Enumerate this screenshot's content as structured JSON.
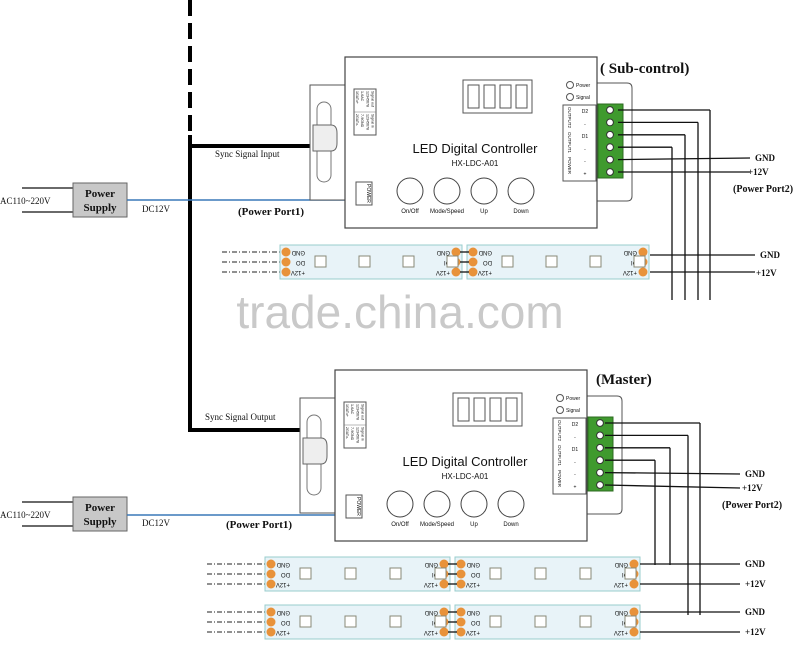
{
  "watermark": "trade.china.com",
  "colors": {
    "terminal": "#3f9a2e",
    "dc_line": "#3a78b8",
    "strip": "#e8f3f8",
    "pad": "#e8923a",
    "psu": "#c8c8c8"
  },
  "sync_input_label": "Sync Signal Input",
  "sync_output_label": "Sync Signal Output",
  "power_supply": {
    "title_line1": "Power",
    "title_line2": "Supply",
    "ac_label": "AC110~220V",
    "dc_label": "DC12V"
  },
  "power_port1": "(Power Port1)",
  "power_port2": "(Power Port2)",
  "gnd": "GND",
  "plus12v": "+12V",
  "controller": {
    "title": "LED Digital Controller",
    "model": "HX-LDC-A01",
    "buttons": [
      "On/Off",
      "Mode/Speed",
      "Up",
      "Down"
    ],
    "indicators": [
      "Power",
      "Signal"
    ],
    "power_jack": "POWER",
    "side_labels": [
      "Signal in",
      "Signal out",
      "12345678",
      "12345678",
      "1-6AC",
      "7-9GND",
      "1GATx+",
      "2GATx-"
    ],
    "terminal_groups": [
      "OUTPUT2",
      "OUTPUT1",
      "POWER"
    ],
    "terminal_pins": [
      "D2",
      "-",
      "D1",
      "-",
      "-",
      "+"
    ]
  },
  "sub_control_label": "( Sub-control)",
  "master_label": "(Master)",
  "strip_pads": [
    "GND",
    "DI",
    "+12V"
  ],
  "strip_pads_out": [
    "GND",
    "DO",
    "+12V"
  ]
}
